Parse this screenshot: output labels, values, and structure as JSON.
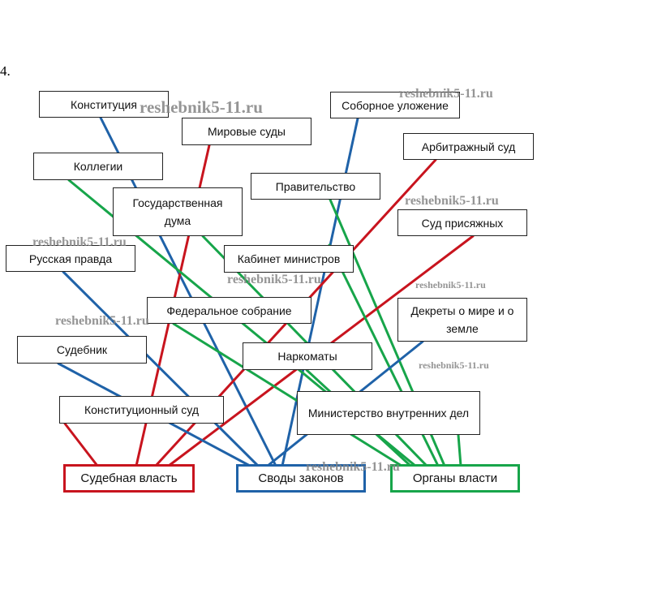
{
  "task_number": "4.",
  "colors": {
    "red": "#c8141e",
    "blue": "#1f62a8",
    "green": "#17a54a"
  },
  "categories": {
    "judicial": "Судебная власть",
    "codes": "Своды законов",
    "authorities": "Органы власти"
  },
  "nodes": {
    "konstituciya": "Конституция",
    "mirovye_sudy": "Мировые суды",
    "sobornoe_ulozhenie": "Соборное уложение",
    "arbitrazhny_sud": "Арбитражный суд",
    "kollegii": "Коллегии",
    "pravitelstvo": "Правительство",
    "gos_duma": "Государственная дума",
    "sud_prisyazhnyh": "Суд присяжных",
    "kabinet_ministrov": "Кабинет министров",
    "russkaya_pravda": "Русская правда",
    "federalnoe_sobranie": "Федеральное собрание",
    "dekrety": "Декреты о мире и о земле",
    "sudebnik": "Судебник",
    "narkomaty": "Наркоматы",
    "konstitucionny_sud": "Конституционный суд",
    "mvd": "Министерство внутренних дел"
  },
  "connections": [
    {
      "from": "konstituciya",
      "to": "codes",
      "color": "blue"
    },
    {
      "from": "mirovye_sudy",
      "to": "judicial",
      "color": "red"
    },
    {
      "from": "sobornoe_ulozhenie",
      "to": "codes",
      "color": "blue"
    },
    {
      "from": "arbitrazhny_sud",
      "to": "judicial",
      "color": "red"
    },
    {
      "from": "kollegii",
      "to": "authorities",
      "color": "green"
    },
    {
      "from": "pravitelstvo",
      "to": "authorities",
      "color": "green"
    },
    {
      "from": "gos_duma",
      "to": "authorities",
      "color": "green"
    },
    {
      "from": "sud_prisyazhnyh",
      "to": "judicial",
      "color": "red"
    },
    {
      "from": "kabinet_ministrov",
      "to": "authorities",
      "color": "green"
    },
    {
      "from": "russkaya_pravda",
      "to": "codes",
      "color": "blue"
    },
    {
      "from": "federalnoe_sobranie",
      "to": "authorities",
      "color": "green"
    },
    {
      "from": "dekrety",
      "to": "codes",
      "color": "blue"
    },
    {
      "from": "sudebnik",
      "to": "codes",
      "color": "blue"
    },
    {
      "from": "narkomaty",
      "to": "authorities",
      "color": "green"
    },
    {
      "from": "konstitucionny_sud",
      "to": "judicial",
      "color": "red"
    },
    {
      "from": "mvd",
      "to": "authorities",
      "color": "green"
    }
  ],
  "watermark": "reshebnik5-11.ru"
}
